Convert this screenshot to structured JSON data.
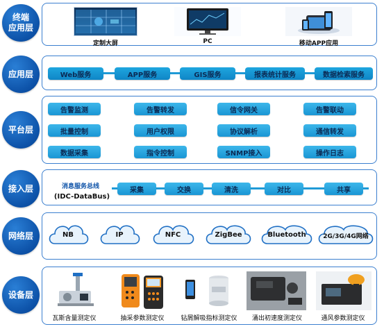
{
  "layers": {
    "terminal": "终端\n应用层",
    "application": "应用层",
    "platform": "平台层",
    "access": "接入层",
    "network": "网络层",
    "device": "设备层"
  },
  "terminal_items": [
    "定制大屏",
    "PC",
    "移动APP应用"
  ],
  "application_services": [
    "Web服务",
    "APP服务",
    "GIS服务",
    "报表统计服务",
    "数据检索服务"
  ],
  "platform_functions": [
    [
      "告警监测",
      "告警转发",
      "信令网关",
      "告警联动"
    ],
    [
      "批量控制",
      "用户权限",
      "协议解析",
      "通信转发"
    ],
    [
      "数据采集",
      "指令控制",
      "SNMP接入",
      "操作日志"
    ]
  ],
  "access": {
    "bus_title": "消息服务总线",
    "bus_name": "(IDC-DataBus)",
    "steps": [
      "采集",
      "交换",
      "清洗",
      "对比",
      "共享"
    ]
  },
  "network_items": [
    "NB",
    "IP",
    "NFC",
    "ZigBee",
    "Bluetooth",
    "2G/3G/4G网络"
  ],
  "devices": [
    "瓦斯含量测定仪",
    "抽采参数测定仪",
    "钻屑解吸指标测定仪",
    "涌出初速度测定仪",
    "通风参数测定仪"
  ],
  "colors": {
    "primary": "#0d52a8",
    "accent": "#1f9ad6",
    "border": "#3b7fcf"
  }
}
